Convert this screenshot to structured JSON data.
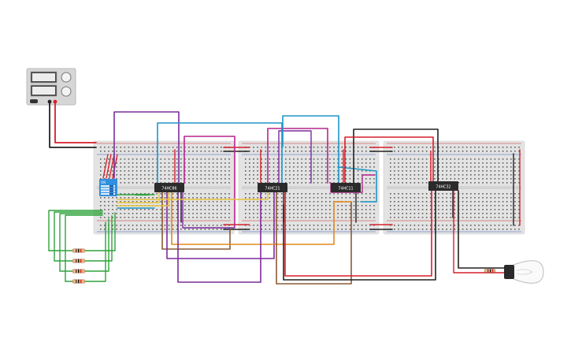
{
  "chips": [
    "74HC86",
    "74HC21",
    "74HC11",
    "74HC32"
  ],
  "dip_switch": {
    "label": "ON"
  },
  "colors": {
    "breadboard": "#e3e3e3",
    "hole": "#5d5d5d",
    "rail_red": "#d0262b",
    "rail_blue": "#3d5fc4",
    "wire_red": "#d71f2a",
    "wire_black": "#222222",
    "wire_purple": "#7b2c9c",
    "wire_blue": "#1e96c8",
    "wire_magenta": "#b7258c",
    "wire_orange": "#e3891f",
    "wire_brown": "#8a5a35",
    "wire_green": "#2fa33b",
    "wire_yellow": "#e7c33a",
    "chip": "#2b2b2b",
    "switch": "#2f8fe0",
    "power_supply": "#d6d6d6"
  },
  "components": [
    "power-supply",
    "dip-switch",
    "resistor",
    "light-bulb"
  ]
}
